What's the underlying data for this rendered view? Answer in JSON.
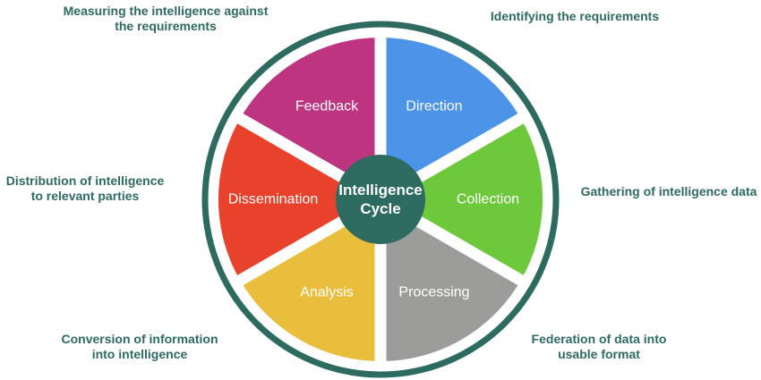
{
  "diagram": {
    "title": "Intelligence Cycle",
    "center": {
      "line1": "Intelligence",
      "line2": "Cycle"
    },
    "theme": {
      "teal": "#2D6B60",
      "annotation_text_color": "#2D6B60",
      "segment_text_color": "#FFFFFF",
      "background": "#FFFFFF",
      "gap_color": "#FFFFFF"
    },
    "segments": [
      {
        "label": "Direction",
        "color": "#4B94E8"
      },
      {
        "label": "Collection",
        "color": "#6EC83C"
      },
      {
        "label": "Processing",
        "color": "#9C9C9B"
      },
      {
        "label": "Analysis",
        "color": "#E9BE3C"
      },
      {
        "label": "Dissemination",
        "color": "#E8422C"
      },
      {
        "label": "Feedback",
        "color": "#BD3480"
      }
    ],
    "annotations": {
      "top_left": {
        "lines": [
          "Measuring the intelligence against",
          "the requirements"
        ]
      },
      "top_right": {
        "lines": [
          "Identifying the requirements"
        ]
      },
      "left": {
        "lines": [
          "Distribution of intelligence",
          "to relevant parties"
        ]
      },
      "right": {
        "lines": [
          "Gathering of intelligence data"
        ]
      },
      "bottom_left": {
        "lines": [
          "Conversion of information",
          "into intelligence"
        ]
      },
      "bottom_right": {
        "lines": [
          "Federation of data into",
          "usable format"
        ]
      }
    }
  }
}
